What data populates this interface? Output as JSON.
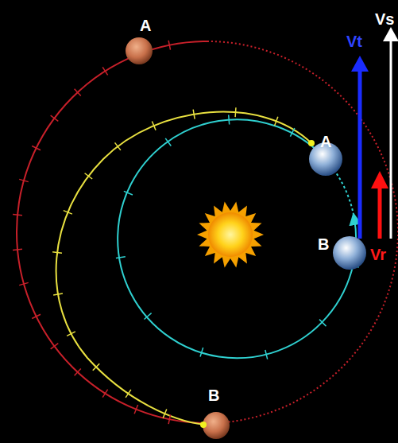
{
  "diagram": {
    "labels": [
      "A",
      "A",
      "Vs",
      "Vt",
      "B",
      "Vr",
      "B"
    ]
  }
}
